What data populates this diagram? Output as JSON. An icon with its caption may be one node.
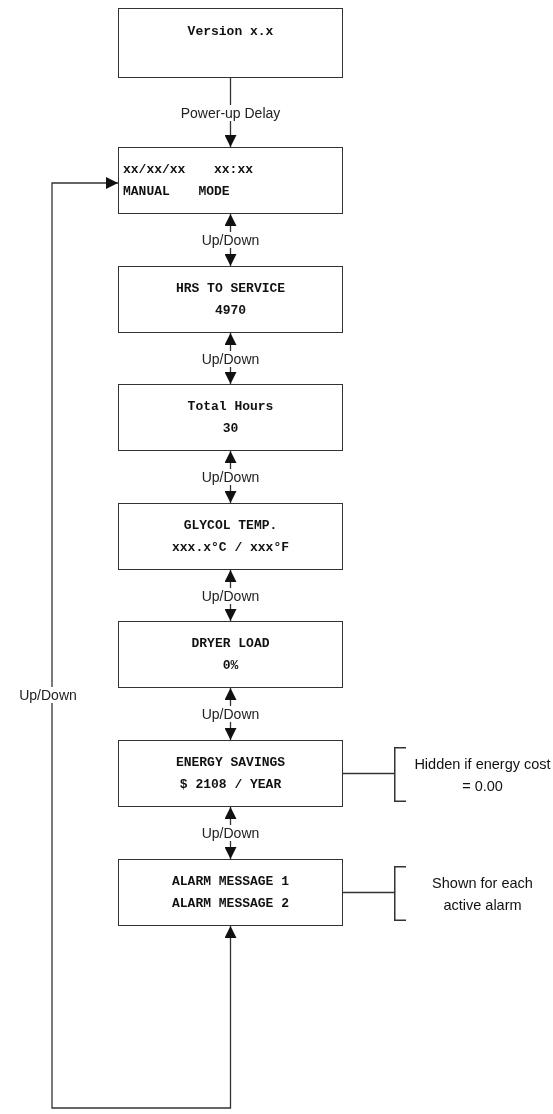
{
  "diagram": {
    "nodes": [
      {
        "text": [
          "Version x.x"
        ]
      },
      {
        "text": [
          "xx/xx/xx xx:xx",
          "MANUAL MODE"
        ]
      },
      {
        "text": [
          "HRS TO SERVICE",
          "4970"
        ]
      },
      {
        "text": [
          "Total Hours",
          "30"
        ]
      },
      {
        "text": [
          "GLYCOL TEMP.",
          "xxx.x°C / xxx°F"
        ]
      },
      {
        "text": [
          "DRYER LOAD",
          "0%"
        ]
      },
      {
        "text": [
          "ENERGY SAVINGS",
          "$ 2108 / YEAR"
        ]
      },
      {
        "text": [
          "ALARM MESSAGE 1",
          "ALARM MESSAGE 2"
        ]
      },
      {
        "text": [
          "Hidden if energy cost = 0.00"
        ]
      },
      {
        "text": [
          "Shown for each active alarm"
        ]
      }
    ],
    "edges": [
      {
        "from": 0,
        "to": 1,
        "arrow": "to",
        "label": "Power-up Delay"
      },
      {
        "from": 1,
        "to": 2,
        "arrow": "both",
        "label": "Up/Down"
      },
      {
        "from": 2,
        "to": 3,
        "arrow": "both",
        "label": "Up/Down"
      },
      {
        "from": 3,
        "to": 4,
        "arrow": "both",
        "label": "Up/Down"
      },
      {
        "from": 4,
        "to": 5,
        "arrow": "both",
        "label": "Up/Down"
      },
      {
        "from": 5,
        "to": 6,
        "arrow": "both",
        "label": "Up/Down"
      },
      {
        "from": 6,
        "to": 7,
        "arrow": "both",
        "label": "Up/Down"
      },
      {
        "from": 6,
        "to": 8,
        "arrow": "none"
      },
      {
        "from": 7,
        "to": 9,
        "arrow": "none"
      },
      {
        "from": 7,
        "to": 1,
        "arrow": "both",
        "label": "Up/Down"
      }
    ]
  }
}
